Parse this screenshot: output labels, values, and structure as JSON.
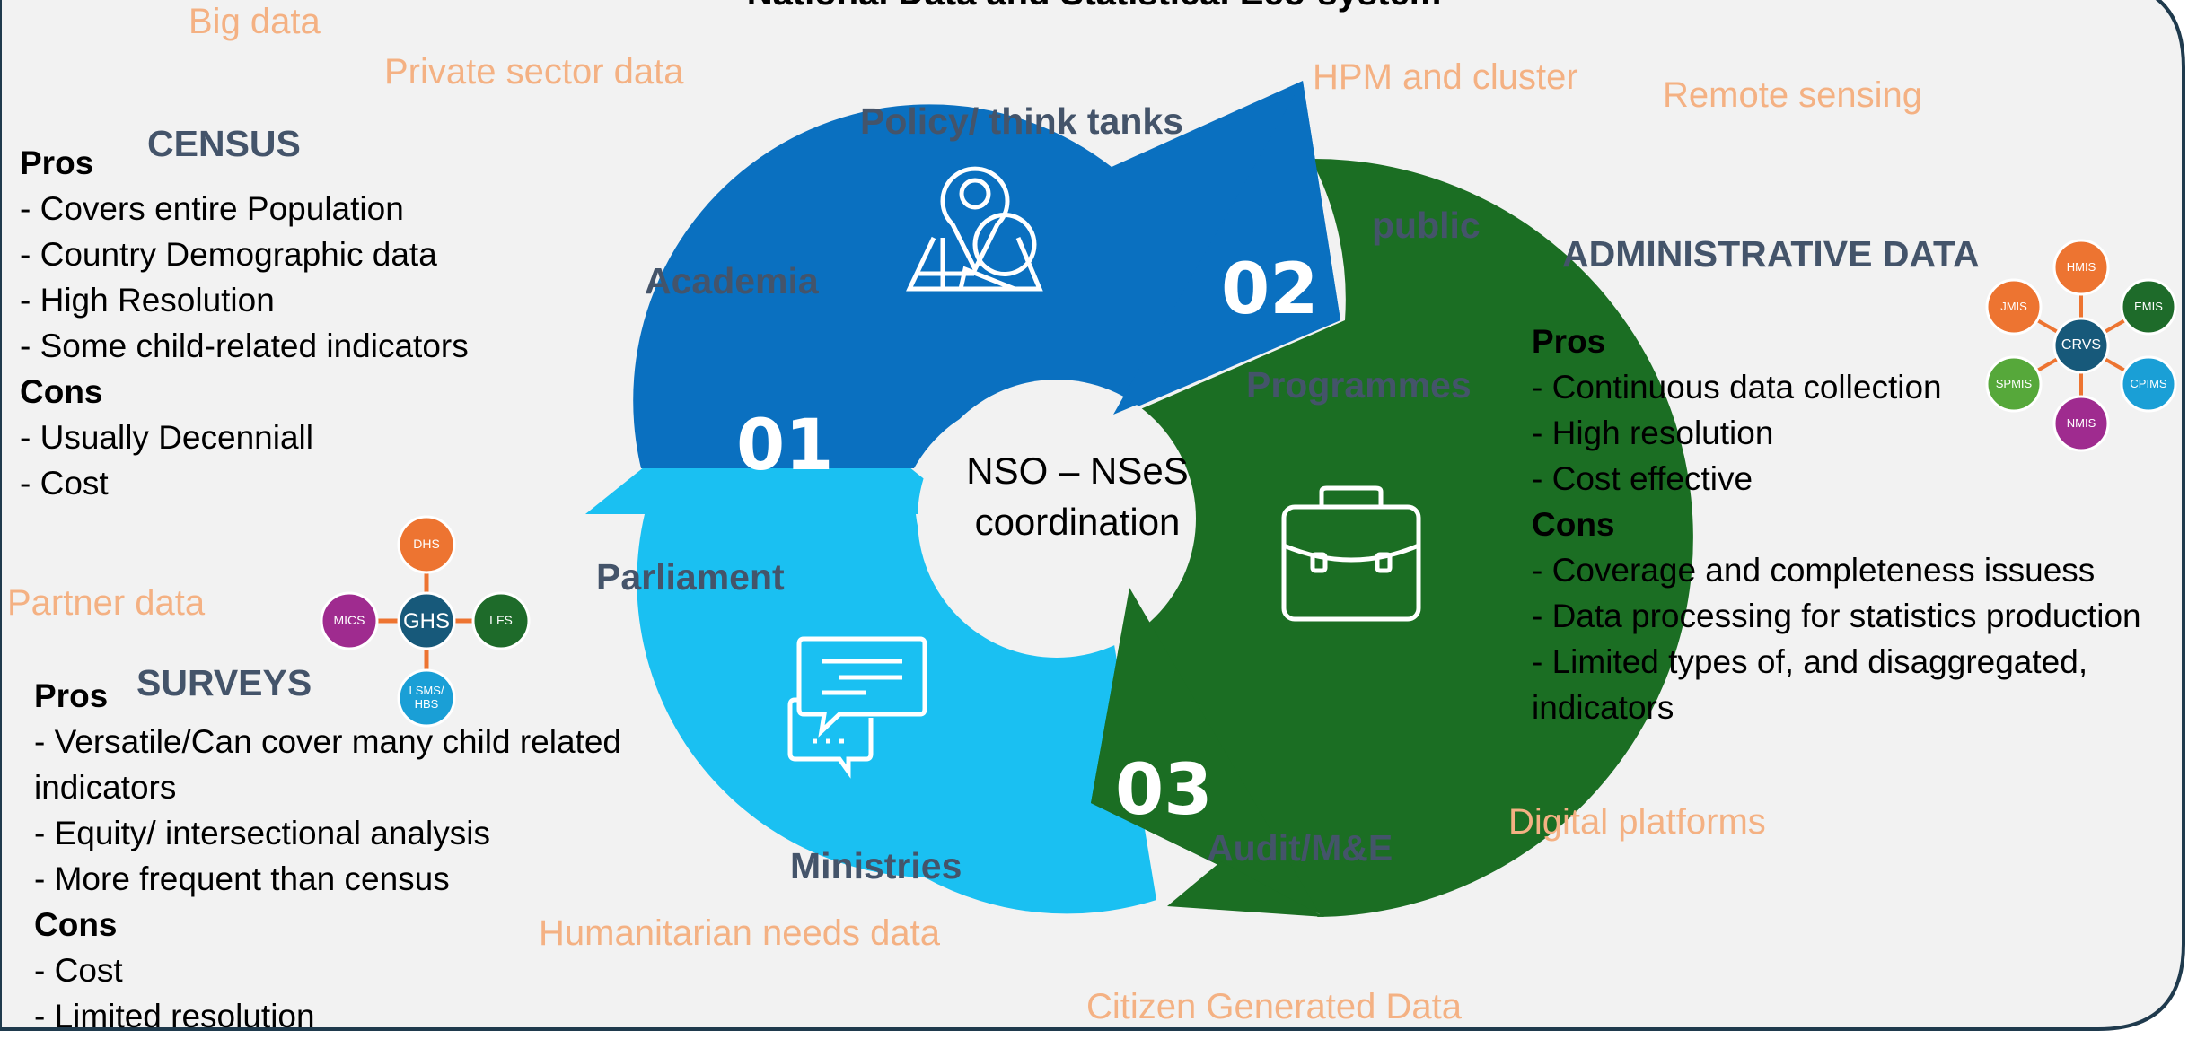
{
  "title": "National Data and Statistical Eco-system",
  "floating_sources": {
    "big_data": "Big data",
    "private_sector": "Private sector data",
    "hpm_cluster": "HPM and cluster",
    "remote_sensing": "Remote sensing",
    "partner_data": "Partner data",
    "digital_platforms": "Digital platforms",
    "humanitarian": "Humanitarian needs data",
    "citizen_generated": "Citizen Generated Data"
  },
  "center": {
    "line1": "NSO – NSeS",
    "line2": "coordination"
  },
  "cycle": {
    "numbers": [
      "01",
      "02",
      "03"
    ],
    "stakeholders": {
      "policy": "Policy/ think tanks",
      "academia": "Academia",
      "public": "public",
      "programmes": "Programmes",
      "parliament": "Parliament",
      "ministries": "Ministries",
      "audit": "Audit/M&E"
    },
    "colors": {
      "light_blue": "#1ac0f2",
      "blue": "#0a70c0",
      "green": "#1b6e23"
    },
    "icons": [
      "map-pin-icon",
      "briefcase-icon",
      "chat-bubbles-icon"
    ]
  },
  "census": {
    "heading": "CENSUS",
    "lines": [
      {
        "text": "Pros",
        "bold": true
      },
      {
        "text": "- Covers entire Population",
        "bold": false
      },
      {
        "text": "- Country Demographic data",
        "bold": false
      },
      {
        "text": "- High Resolution",
        "bold": false
      },
      {
        "text": "- Some child-related indicators",
        "bold": false
      },
      {
        "text": "Cons",
        "bold": true
      },
      {
        "text": "- Usually Decenniall",
        "bold": false
      },
      {
        "text": "- Cost",
        "bold": false
      }
    ]
  },
  "surveys": {
    "heading": "SURVEYS",
    "lines": [
      {
        "text": "Pros",
        "bold": true
      },
      {
        "text": "- Versatile/Can cover many child related",
        "bold": false
      },
      {
        "text": "indicators",
        "bold": false
      },
      {
        "text": "- Equity/ intersectional analysis",
        "bold": false
      },
      {
        "text": "- More frequent than census",
        "bold": false
      },
      {
        "text": "Cons",
        "bold": true
      },
      {
        "text": "- Cost",
        "bold": false
      },
      {
        "text": "- Limited resolution",
        "bold": false
      }
    ],
    "hub": {
      "center": "GHS",
      "nodes": [
        {
          "label": "DHS",
          "color": "#ed7431"
        },
        {
          "label": "LFS",
          "color": "#1e6b2a"
        },
        {
          "label": "LSMS/ HBS",
          "color": "#1a9fd6"
        },
        {
          "label": "MICS",
          "color": "#9f2b8f"
        }
      ]
    }
  },
  "admin": {
    "heading": "ADMINISTRATIVE DATA",
    "lines": [
      {
        "text": "Pros",
        "bold": true
      },
      {
        "text": "- Continuous data collection",
        "bold": false
      },
      {
        "text": "- High resolution",
        "bold": false
      },
      {
        "text": "- Cost effective",
        "bold": false
      },
      {
        "text": "Cons",
        "bold": true
      },
      {
        "text": "- Coverage and  completeness issuess",
        "bold": false
      },
      {
        "text": "- Data processing for statistics production",
        "bold": false
      },
      {
        "text": "- Limited types of, and disaggregated,",
        "bold": false
      },
      {
        "text": "indicators",
        "bold": false
      }
    ],
    "hub": {
      "center": "CRVS",
      "nodes": [
        {
          "label": "HMIS",
          "color": "#ed7431"
        },
        {
          "label": "EMIS",
          "color": "#1e6b2a"
        },
        {
          "label": "CPIMS",
          "color": "#1a9fd6"
        },
        {
          "label": "NMIS",
          "color": "#9f2b8f"
        },
        {
          "label": "SPMIS",
          "color": "#56a83a"
        },
        {
          "label": "JMIS",
          "color": "#ed7431"
        }
      ]
    }
  },
  "colors": {
    "background": "#f2f2f2",
    "border": "#1f3a4d",
    "source_text": "#f4b183",
    "heading": "#44546a",
    "hub_center": "#17597a"
  }
}
